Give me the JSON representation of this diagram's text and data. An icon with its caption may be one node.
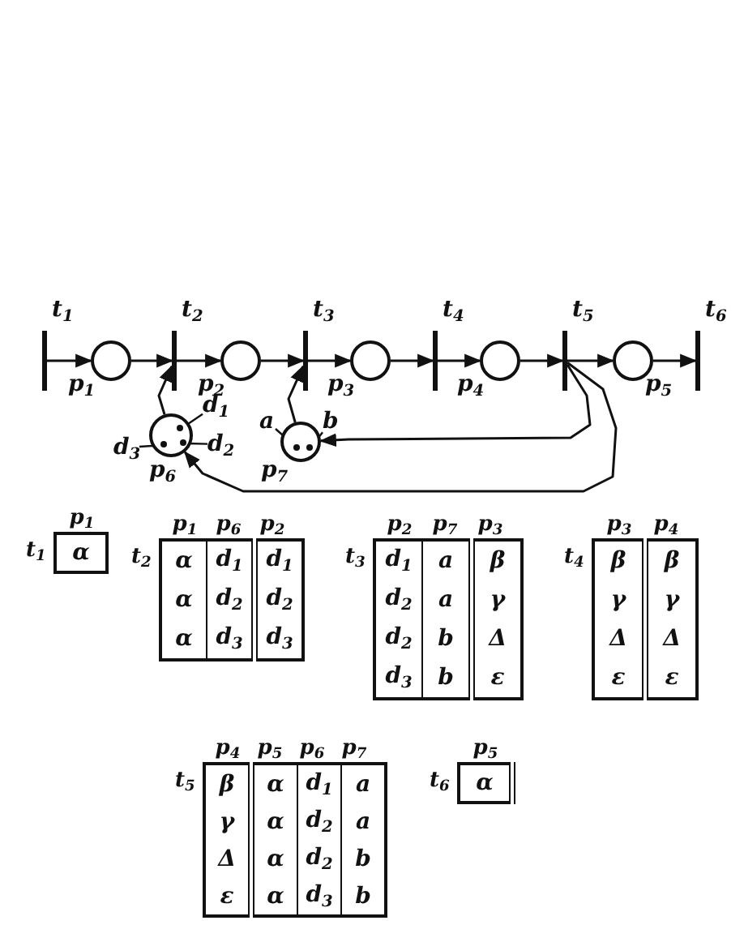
{
  "diagram": {
    "nodes": [
      {
        "text": [],
        "shape": "bar",
        "beside": [
          "t$_{1}$"
        ]
      },
      {
        "text": [],
        "shape": "circle",
        "beside": [
          "p$_{1}$"
        ]
      },
      {
        "text": [],
        "shape": "bar",
        "beside": [
          "t$_{2}$"
        ]
      },
      {
        "text": [],
        "shape": "circle",
        "beside": [
          "p$_{2}$"
        ]
      },
      {
        "text": [],
        "shape": "bar",
        "beside": [
          "t$_{3}$"
        ]
      },
      {
        "text": [],
        "shape": "circle",
        "beside": [
          "p$_{3}$"
        ]
      },
      {
        "text": [],
        "shape": "bar",
        "beside": [
          "t$_{4}$"
        ]
      },
      {
        "text": [],
        "shape": "circle",
        "beside": [
          "p$_{4}$"
        ]
      },
      {
        "text": [],
        "shape": "bar",
        "beside": [
          "t$_{5}$"
        ]
      },
      {
        "text": [],
        "shape": "circle",
        "beside": [
          "p$_{5}$"
        ]
      },
      {
        "text": [],
        "shape": "bar",
        "beside": [
          "t$_{6}$"
        ]
      },
      {
        "text": [],
        "shape": "circle",
        "beside": [
          "p$_{6}$"
        ]
      },
      {
        "text": [],
        "shape": "dot",
        "in": 11
      },
      {
        "text": [],
        "shape": "dot",
        "in": 11
      },
      {
        "text": [],
        "shape": "dot",
        "in": 11
      },
      {
        "text": [],
        "shape": "circle",
        "beside": [
          "p$_{7}$"
        ]
      },
      {
        "text": [],
        "shape": "dot",
        "in": 15
      },
      {
        "text": [],
        "shape": "dot",
        "in": 15
      },
      {
        "text": [
          "d$_{1}$"
        ]
      },
      {
        "text": [
          "d$_{2}$"
        ]
      },
      {
        "text": [
          "d$_{3}$"
        ]
      },
      {
        "text": [
          "a"
        ]
      },
      {
        "text": [
          "b"
        ]
      }
    ],
    "edges": [
      {
        "from": 0,
        "to": 1,
        "arrow": "to"
      },
      {
        "from": 1,
        "to": 2,
        "arrow": "to"
      },
      {
        "from": 2,
        "to": 3,
        "arrow": "to"
      },
      {
        "from": 3,
        "to": 4,
        "arrow": "to"
      },
      {
        "from": 4,
        "to": 5,
        "arrow": "to"
      },
      {
        "from": 5,
        "to": 6,
        "arrow": "to"
      },
      {
        "from": 6,
        "to": 7,
        "arrow": "to"
      },
      {
        "from": 7,
        "to": 8,
        "arrow": "to"
      },
      {
        "from": 8,
        "to": 9,
        "arrow": "to"
      },
      {
        "from": 9,
        "to": 10,
        "arrow": "to"
      },
      {
        "from": 11,
        "to": 2,
        "arrow": "to"
      },
      {
        "from": 15,
        "to": 4,
        "arrow": "to"
      },
      {
        "from": 8,
        "to": 15,
        "arrow": "to"
      },
      {
        "from": 8,
        "to": 11,
        "arrow": "to"
      },
      {
        "from": 18,
        "to": 12,
        "arrow": "none"
      },
      {
        "from": 19,
        "to": 13,
        "arrow": "none"
      },
      {
        "from": 20,
        "to": 14,
        "arrow": "none"
      },
      {
        "from": 21,
        "to": 16,
        "arrow": "none"
      },
      {
        "from": 22,
        "to": 17,
        "arrow": "none"
      }
    ],
    "labels": [
      "p$_{1}$",
      "t$_{1}$",
      "α",
      "p$_{1}$",
      "p$_{6}$",
      "p$_{2}$",
      "t$_{2}$",
      "α",
      "d$_{1}$",
      "d$_{1}$",
      "α",
      "d$_{2}$",
      "d$_{2}$",
      "α",
      "d$_{3}$",
      "d$_{3}$",
      "p$_{2}$",
      "p$_{7}$",
      "p$_{3}$",
      "t$_{3}$",
      "d$_{1}$",
      "a",
      "β",
      "d$_{2}$",
      "a",
      "γ",
      "d$_{2}$",
      "b",
      "Δ",
      "d$_{3}$",
      "b",
      "ε",
      "p$_{3}$",
      "p$_{4}$",
      "t$_{4}$",
      "β",
      "β",
      "γ",
      "γ",
      "Δ",
      "Δ",
      "ε",
      "ε",
      "p$_{4}$",
      "p$_{5}$",
      "p$_{6}$",
      "p$_{7}$",
      "t$_{5}$",
      "β",
      "α",
      "d$_{1}$",
      "a",
      "γ",
      "α",
      "d$_{2}$",
      "a",
      "Δ",
      "α",
      "d$_{2}$",
      "b",
      "ε",
      "α",
      "d$_{3}$",
      "b",
      "p$_{5}$",
      "t$_{6}$",
      "α"
    ]
  }
}
